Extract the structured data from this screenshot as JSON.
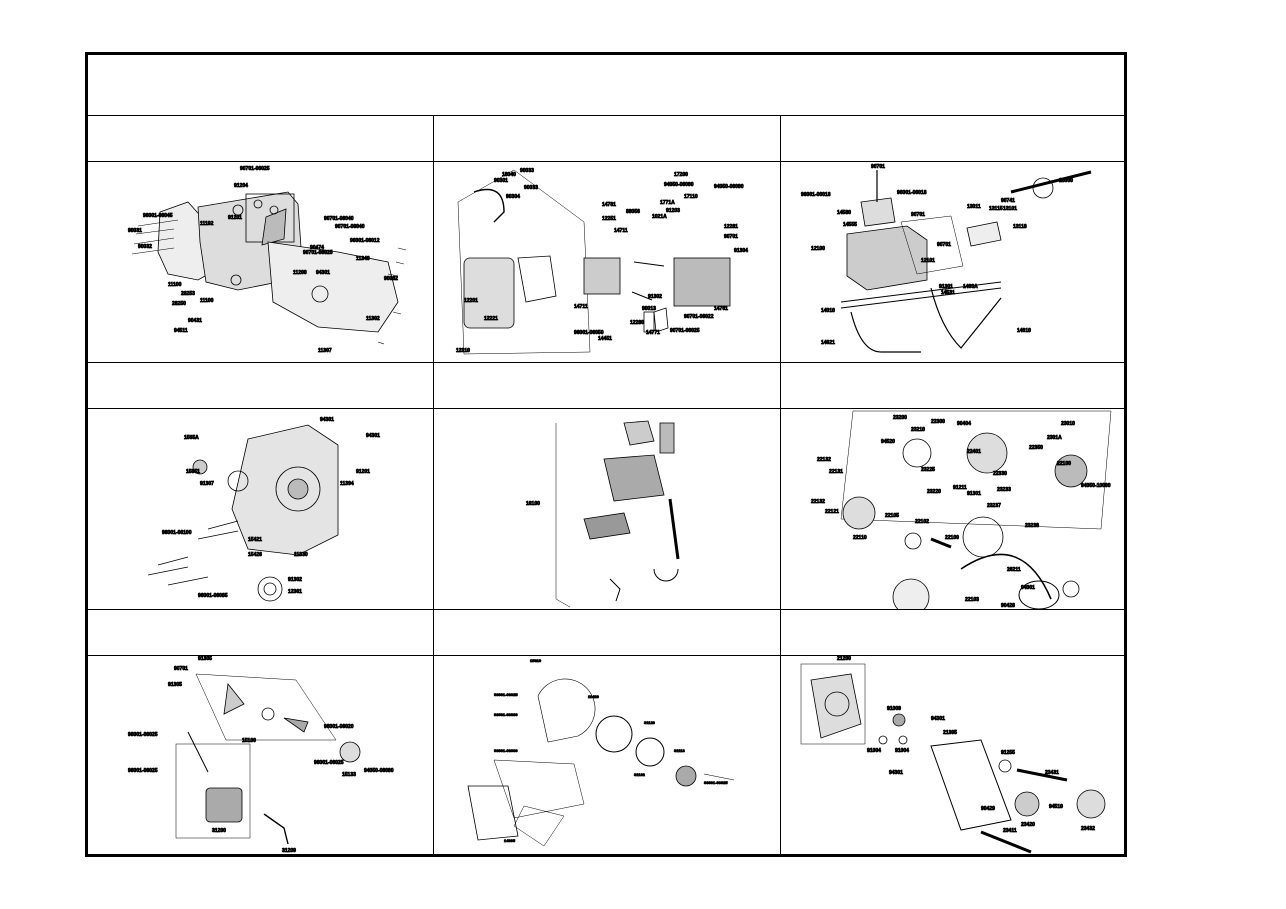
{
  "sheet": {
    "title": "",
    "cells": [
      {
        "label": "",
        "part_numbers": [
          "90701-06025",
          "91204",
          "11192",
          "96001-06045",
          "90031",
          "90032",
          "91201",
          "90701-06040",
          "90701-06040",
          "96001-06012",
          "90701-06025",
          "11200",
          "94301",
          "90474",
          "11340",
          "11100",
          "90082",
          "11302",
          "28253",
          "28250",
          "90431",
          "94511",
          "11307",
          "11100"
        ]
      },
      {
        "label": "",
        "part_numbers": [
          "18040",
          "90033",
          "90301",
          "90033",
          "90304",
          "17200",
          "94050-06080",
          "94050-06080",
          "17110",
          "1771A",
          "1021A",
          "88056",
          "14781",
          "14711",
          "12281",
          "91203",
          "91304",
          "90701",
          "12251",
          "12221",
          "12201",
          "12310",
          "90701-06025",
          "90701-06022",
          "14711",
          "96001-06050",
          "14451",
          "91302",
          "90013",
          "12280",
          "14771",
          "14761"
        ]
      },
      {
        "label": "",
        "part_numbers": [
          "90701",
          "96001-06018",
          "96001-06018",
          "14580",
          "14555",
          "90701",
          "90741",
          "13000",
          "13011",
          "13115",
          "13101",
          "13118",
          "12100",
          "90701",
          "12101",
          "91301",
          "1463A",
          "14531",
          "14010",
          "14610",
          "14621"
        ]
      },
      {
        "label": "",
        "part_numbers": [
          "94301",
          "94301",
          "1565A",
          "15651",
          "91307",
          "91201",
          "11394",
          "96001-06100",
          "15421",
          "15426",
          "11330",
          "91302",
          "12361",
          "96001-06085"
        ]
      },
      {
        "label": "",
        "part_numbers": [
          "16100"
        ]
      },
      {
        "label": "",
        "part_numbers": [
          "23200",
          "22300",
          "90404",
          "23210",
          "23010",
          "94520",
          "2301A",
          "22132",
          "22131",
          "23225",
          "22401",
          "22350",
          "22100",
          "23220",
          "91211",
          "91301",
          "22330",
          "23233",
          "94050-10080",
          "22132",
          "22121",
          "23237",
          "23238",
          "22110",
          "22105",
          "22102",
          "22100",
          "26211",
          "94001",
          "22103",
          "90428"
        ]
      },
      {
        "label": "",
        "part_numbers": [
          "91305",
          "90701",
          "91305",
          "96001-06025",
          "96001-06025",
          "15100",
          "96001-06020",
          "96001-06025",
          "15133",
          "94050-06080",
          "31200",
          "31209"
        ]
      },
      {
        "label": "",
        "part_numbers": [
          "15310",
          "96001-06025",
          "11410",
          "96001-06030",
          "96001-06030",
          "31120",
          "31113",
          "31102",
          "96001-06025",
          "14305"
        ]
      },
      {
        "label": "",
        "part_numbers": [
          "21200",
          "91009",
          "94301",
          "21395",
          "91004",
          "91004",
          "94301",
          "91255",
          "23431",
          "90429",
          "23420",
          "94510",
          "23432",
          "23411"
        ]
      }
    ]
  }
}
